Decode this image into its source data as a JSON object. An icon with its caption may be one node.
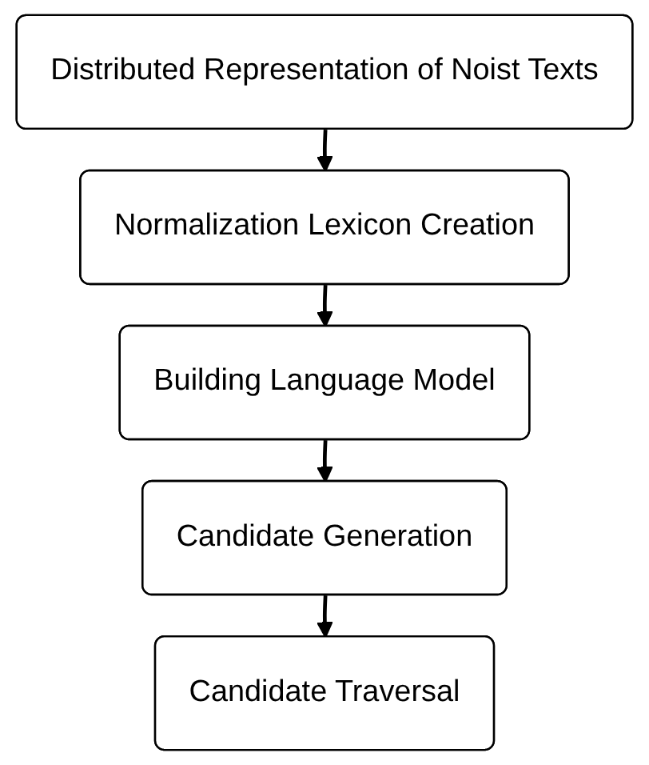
{
  "diagram": {
    "nodes": [
      {
        "text": [
          "Distributed Representation of Noist Texts"
        ]
      },
      {
        "text": [
          "Normalization Lexicon Creation"
        ]
      },
      {
        "text": [
          "Building Language Model"
        ]
      },
      {
        "text": [
          "Candidate Generation"
        ]
      },
      {
        "text": [
          "Candidate Traversal"
        ]
      }
    ],
    "edges": [
      {
        "from": 0,
        "to": 1,
        "arrow": "to"
      },
      {
        "from": 1,
        "to": 2,
        "arrow": "to"
      },
      {
        "from": 2,
        "to": 3,
        "arrow": "to"
      },
      {
        "from": 3,
        "to": 4,
        "arrow": "to"
      }
    ]
  }
}
